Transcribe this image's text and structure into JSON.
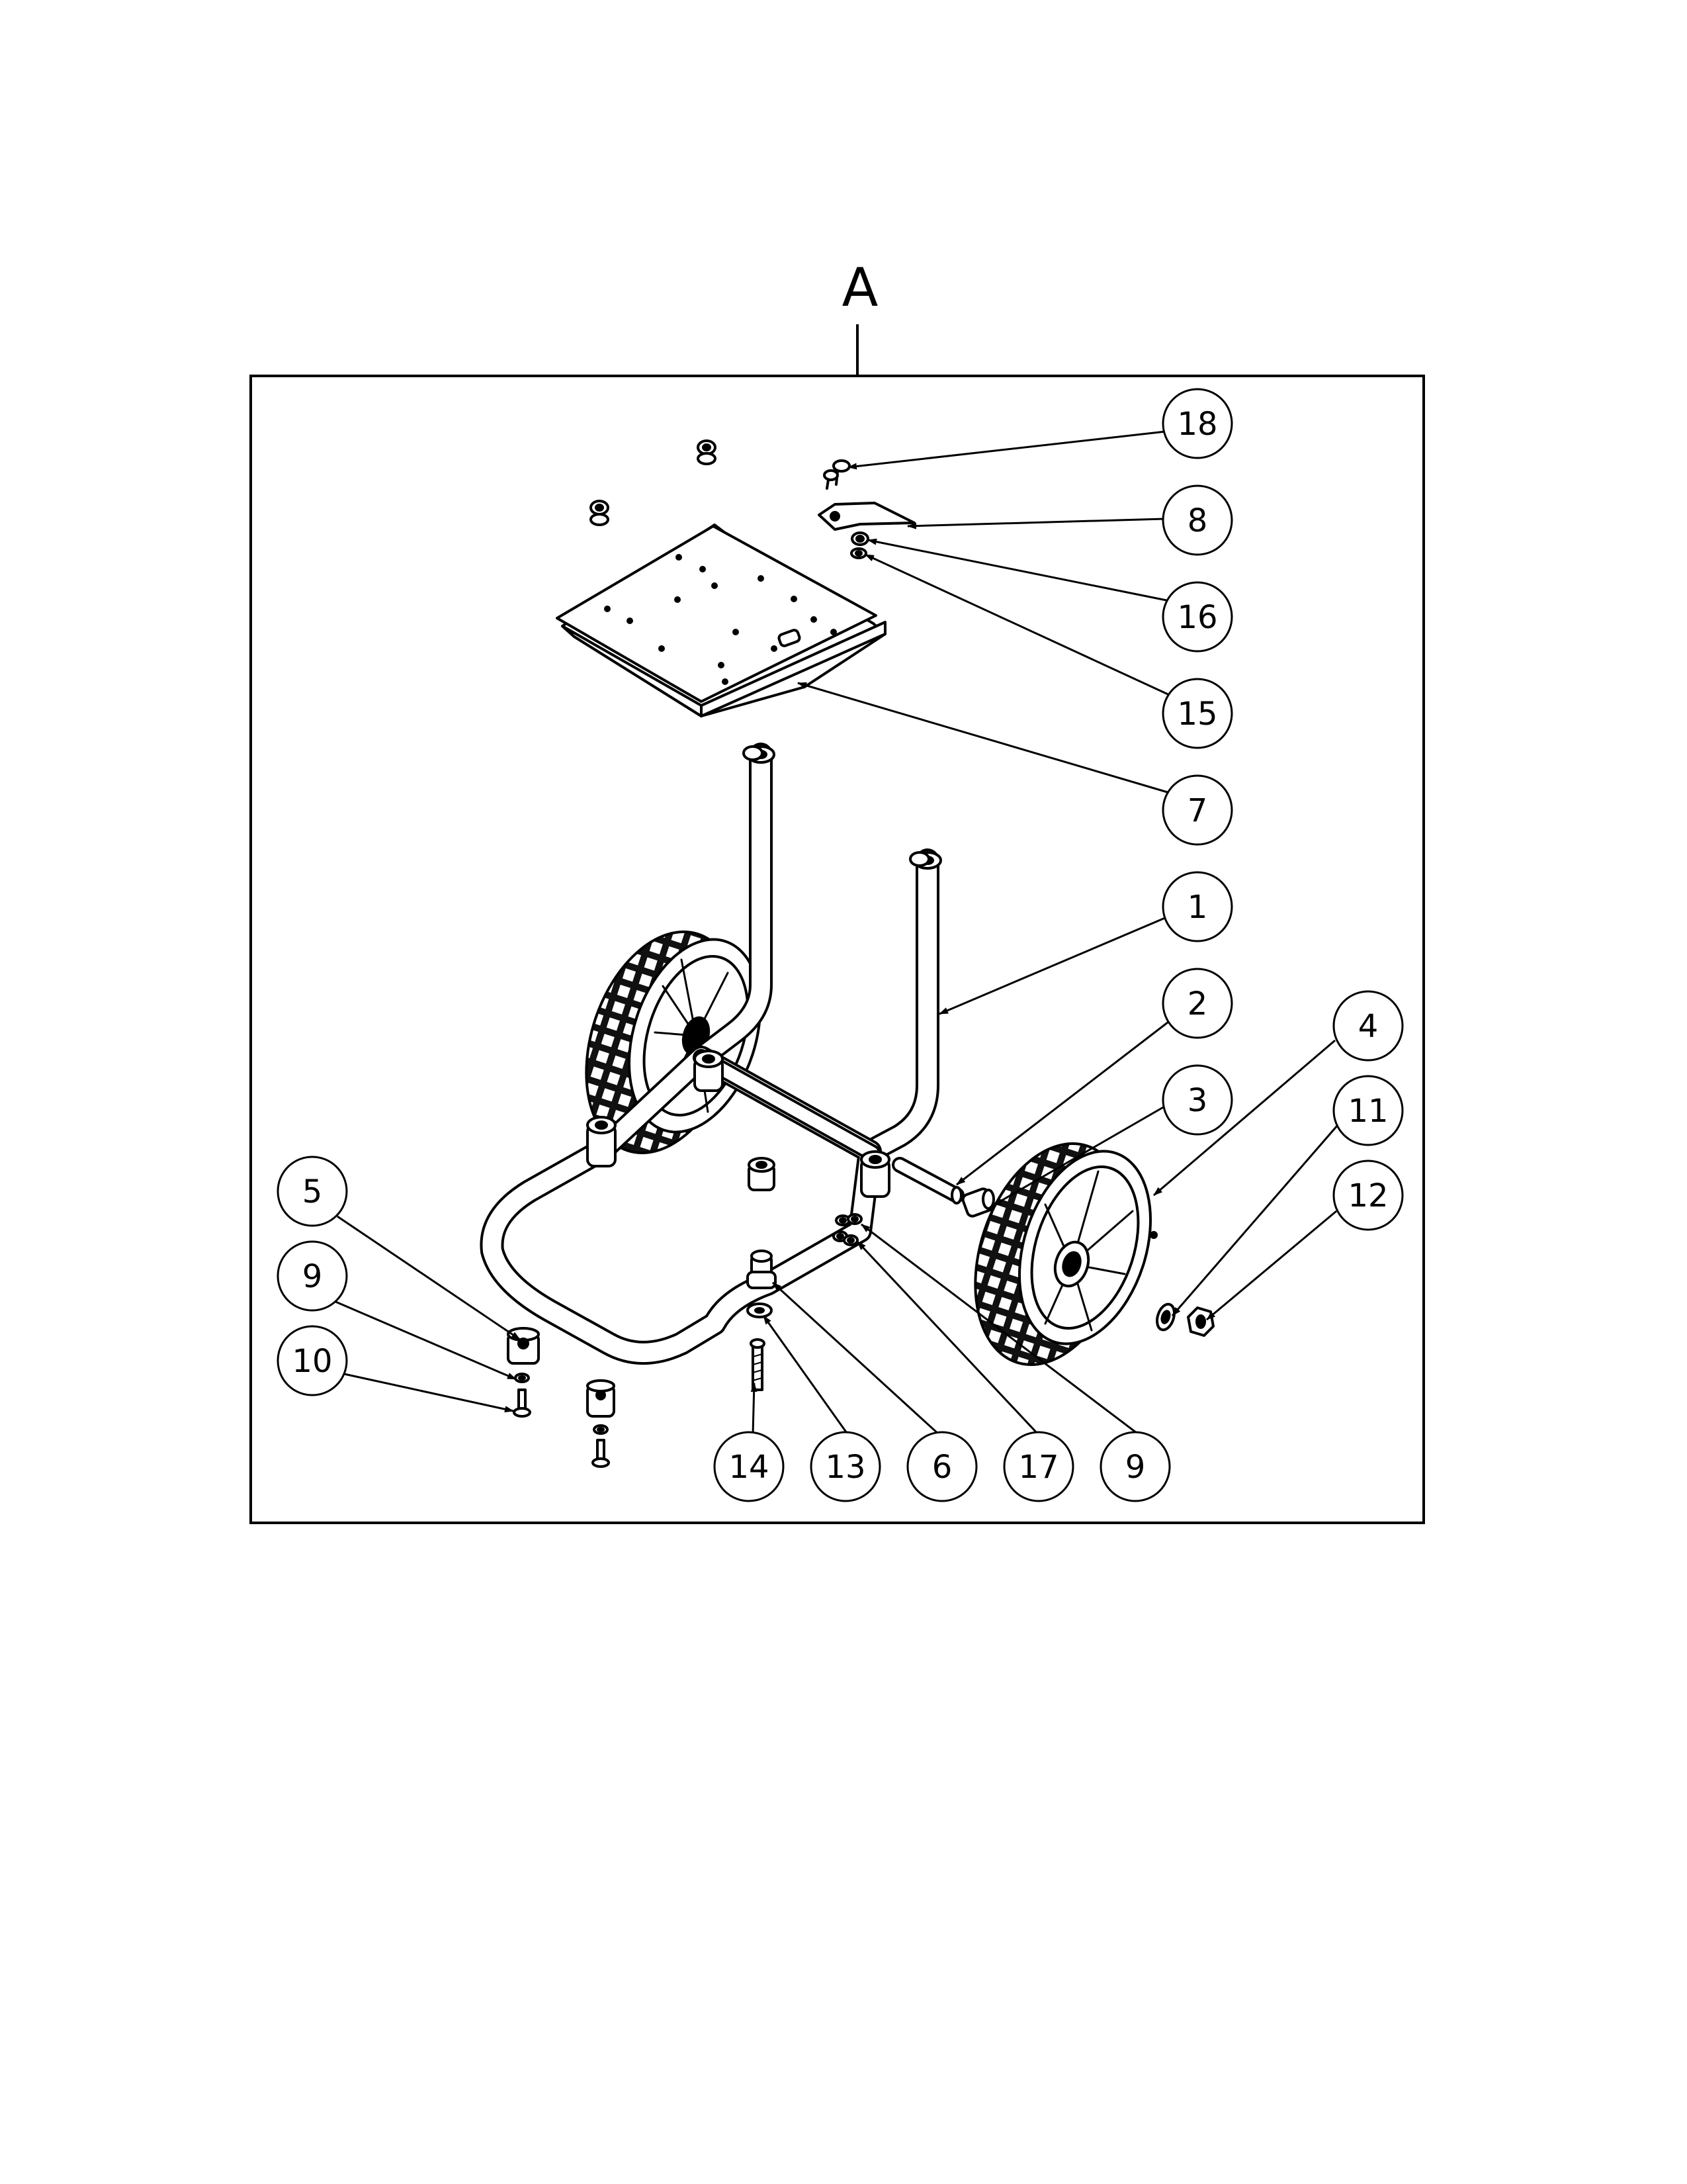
{
  "view_label": "A",
  "colors": {
    "ink": "#000000",
    "paper": "#ffffff",
    "tread": "#111111"
  },
  "callouts": [
    {
      "id": "c18",
      "label": "18",
      "part": "bolt-18"
    },
    {
      "id": "c8",
      "label": "8",
      "part": "bracket-8"
    },
    {
      "id": "c16",
      "label": "16",
      "part": "nut-16"
    },
    {
      "id": "c15",
      "label": "15",
      "part": "washer-15"
    },
    {
      "id": "c7",
      "label": "7",
      "part": "mounting-plate-7"
    },
    {
      "id": "c1",
      "label": "1",
      "part": "frame-1"
    },
    {
      "id": "c2",
      "label": "2",
      "part": "axle-2"
    },
    {
      "id": "c3",
      "label": "3",
      "part": "spacer-3"
    },
    {
      "id": "c4",
      "label": "4",
      "part": "wheel-4"
    },
    {
      "id": "c11",
      "label": "11",
      "part": "washer-11"
    },
    {
      "id": "c12",
      "label": "12",
      "part": "nut-12"
    },
    {
      "id": "c5",
      "label": "5",
      "part": "foot-5"
    },
    {
      "id": "c9a",
      "label": "9",
      "part": "washer-9"
    },
    {
      "id": "c10",
      "label": "10",
      "part": "screw-10"
    },
    {
      "id": "c14",
      "label": "14",
      "part": "bolt-14"
    },
    {
      "id": "c13",
      "label": "13",
      "part": "washer-13"
    },
    {
      "id": "c6",
      "label": "6",
      "part": "bushing-6"
    },
    {
      "id": "c17",
      "label": "17",
      "part": "nut-17"
    },
    {
      "id": "c9b",
      "label": "9",
      "part": "washer-9"
    }
  ]
}
